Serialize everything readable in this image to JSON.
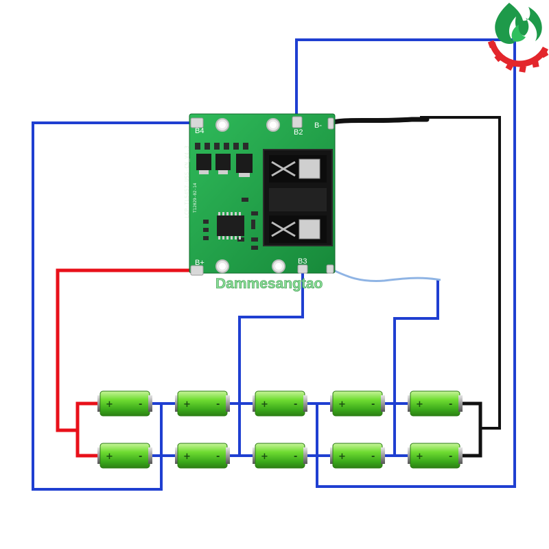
{
  "watermark": "Dammesangtao",
  "board": {
    "pads": {
      "b4": "B4",
      "b2": "B2",
      "b3": "B3",
      "b_plus": "B+",
      "b_minus": "B-"
    },
    "silkscreen": {
      "model": "LCP-TL5457-USS-CN_V4.3",
      "date": "T12029-02-14"
    }
  },
  "cells": {
    "positive_sign": "+",
    "negative_sign": "-",
    "rows": [
      [
        "cell",
        "cell",
        "cell",
        "cell",
        "cell"
      ],
      [
        "cell",
        "cell",
        "cell",
        "cell",
        "cell"
      ]
    ]
  },
  "colors": {
    "wire_blue": "#1f3fd1",
    "wire_red": "#e8101a",
    "wire_black": "#111111",
    "wire_light_blue": "#8fb4e4",
    "pcb_green": "#1fa34a",
    "cell_green": "#5ad12a",
    "logo_green": "#1e9a4a",
    "logo_red": "#e3262c"
  },
  "icons": [
    "flame-logo-icon",
    "gear-ring-icon"
  ]
}
